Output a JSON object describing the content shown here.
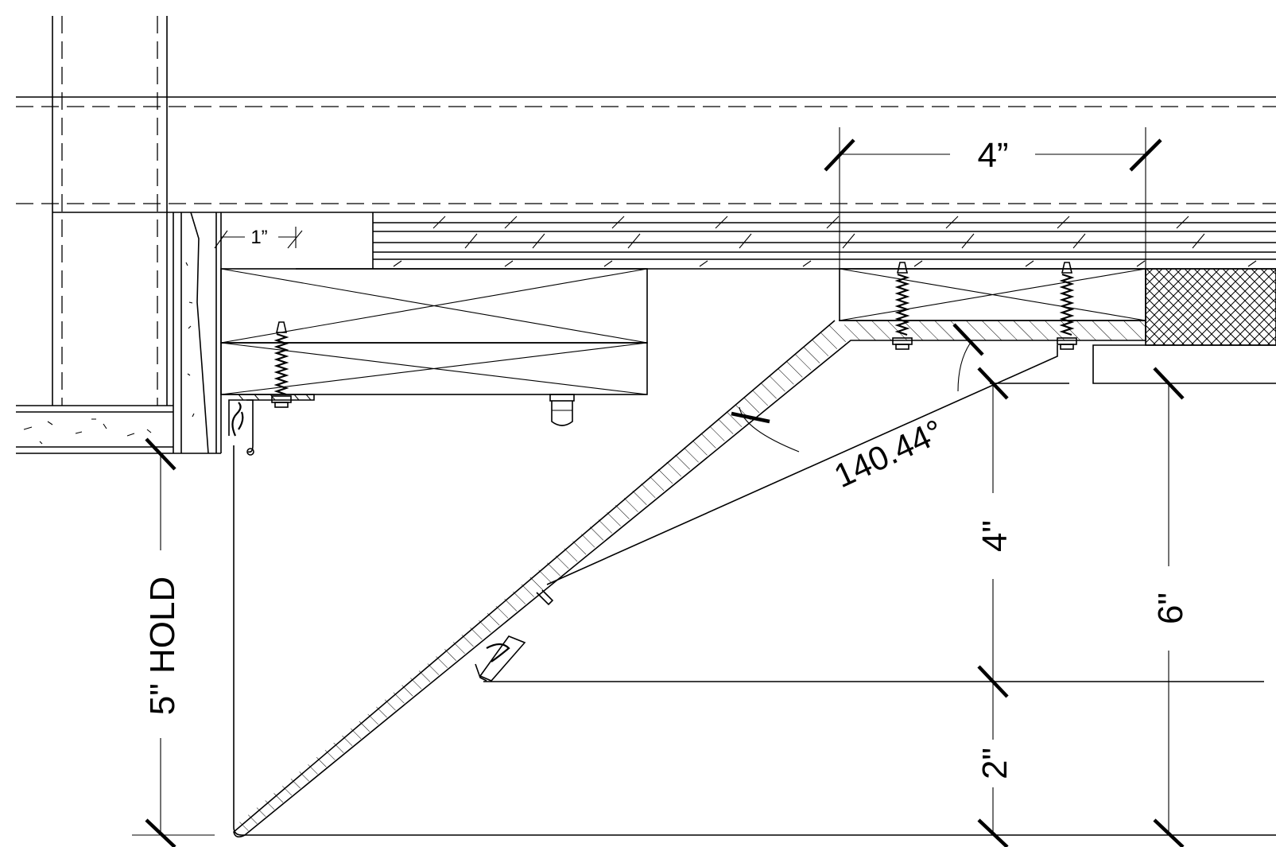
{
  "labels": {
    "dim_top_4in": "4”",
    "dim_1in": "1”",
    "angle": "140.44°",
    "dim_vertical_4in": "4\"",
    "dim_vertical_2in": "2\"",
    "dim_vertical_6in": "6\"",
    "hold": "5\" HOLD"
  },
  "colors": {
    "line": "#000000",
    "background": "#ffffff"
  }
}
